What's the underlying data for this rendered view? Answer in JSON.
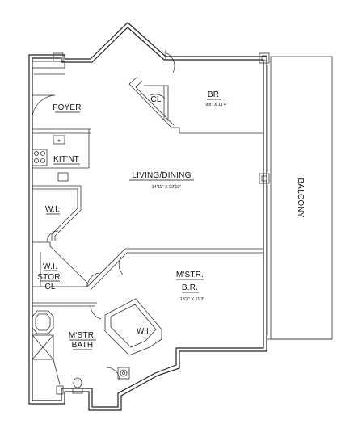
{
  "rooms": {
    "foyer": "FOYER",
    "br": "BR",
    "br_dim": "9'8\" X 11'4\"",
    "closet_br": "CL",
    "kitnt": "KIT'NT",
    "living": "LIVING/DINING",
    "living_dim": "14'11\" X 22'10\"",
    "wi_1": "W.I.",
    "wi_stor_1": "W.I.",
    "wi_stor_2": "STOR.",
    "wi_stor_3": "CL",
    "master_1": "M'STR.",
    "master_2": "B.R.",
    "master_dim": "18'3\" X 11'3\"",
    "wi_master": "W.I.",
    "bath_1": "M'STR.",
    "bath_2": "BATH",
    "balcony": "BALCONY"
  }
}
